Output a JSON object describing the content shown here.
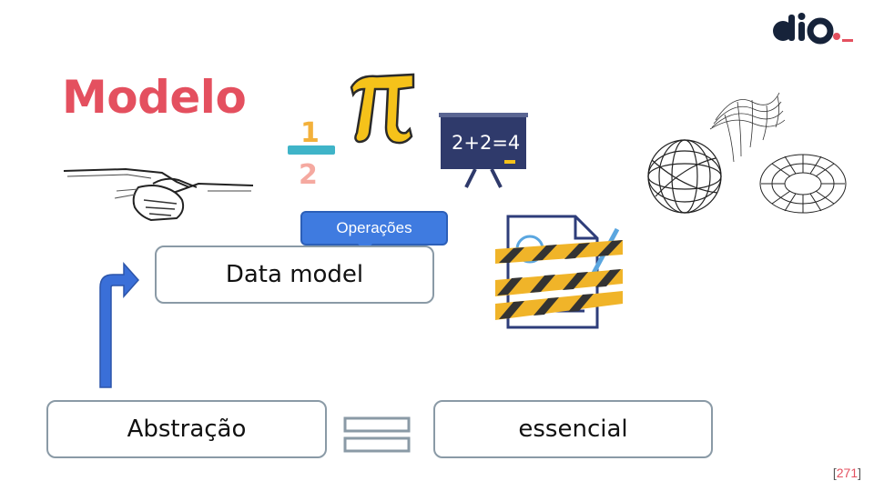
{
  "logo": {
    "text": "dio",
    "accent": "#e4505f",
    "dark": "#16233a"
  },
  "title": "Modelo",
  "callout": "Operações",
  "boxes": {
    "data_model": "Data model",
    "abstracao": "Abstração",
    "essencial": "essencial"
  },
  "page_number": "271",
  "icons": [
    "handshake-icon",
    "fraction-one-half-icon",
    "pi-icon",
    "chalkboard-2plus2-icon",
    "under-construction-document-icon",
    "wireframe-sphere-icon",
    "wireframe-surface-icon",
    "wireframe-torus-icon",
    "bent-arrow-icon",
    "equals-icon"
  ],
  "chalkboard_text": "2+2=4",
  "colors": {
    "accent": "#e4505f",
    "callout": "#3f7be0",
    "arrow": "#3a6fd8",
    "box_border": "#8a9aa6"
  }
}
